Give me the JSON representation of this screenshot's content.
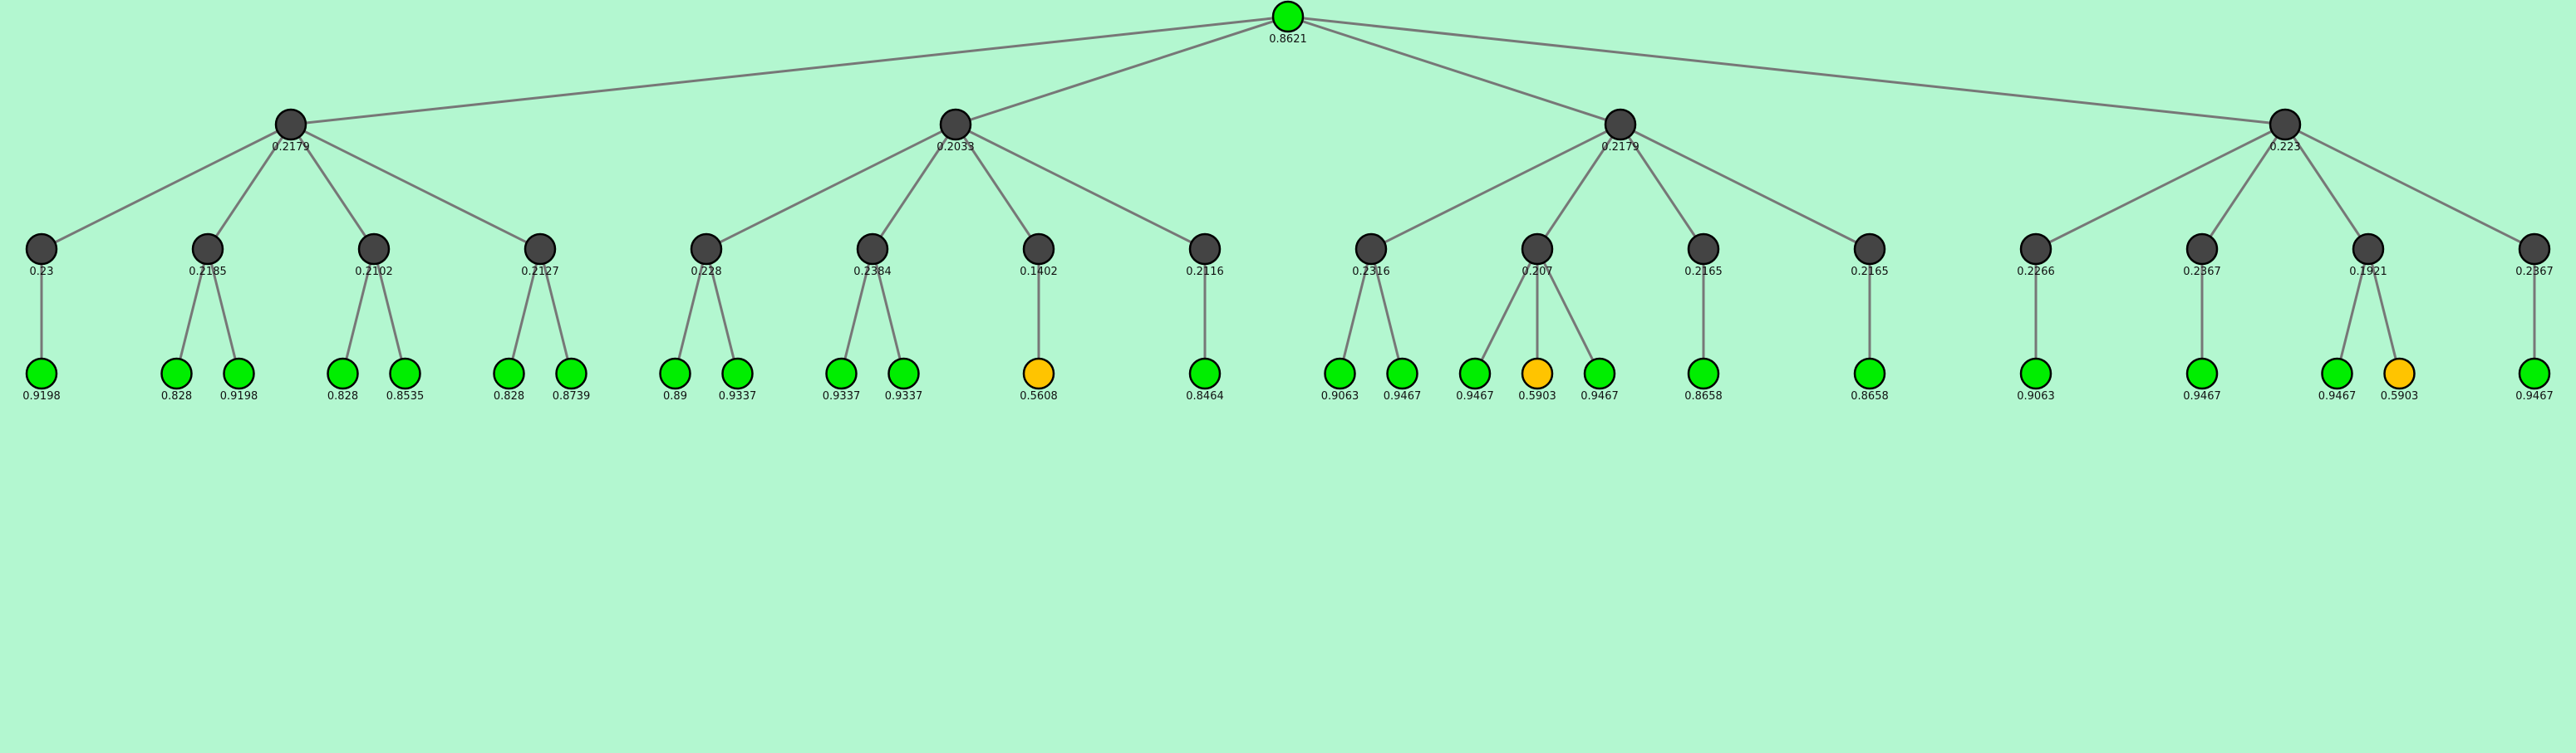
{
  "colors": {
    "background": "#b3f7d0",
    "edge": "#777777",
    "node_green": "#00ee00",
    "node_dark": "#444444",
    "node_yellow": "#ffc400"
  },
  "tree": {
    "value": "0.8621",
    "color": "green",
    "children": [
      {
        "value": "0.2179",
        "color": "dark",
        "children": [
          {
            "value": "0.23",
            "color": "dark",
            "children": [
              {
                "value": "0.9198",
                "color": "green"
              }
            ]
          },
          {
            "value": "0.2185",
            "color": "dark",
            "children": [
              {
                "value": "0.828",
                "color": "green"
              },
              {
                "value": "0.9198",
                "color": "green"
              }
            ]
          },
          {
            "value": "0.2102",
            "color": "dark",
            "children": [
              {
                "value": "0.828",
                "color": "green"
              },
              {
                "value": "0.8535",
                "color": "green"
              }
            ]
          },
          {
            "value": "0.2127",
            "color": "dark",
            "children": [
              {
                "value": "0.828",
                "color": "green"
              },
              {
                "value": "0.8739",
                "color": "green"
              }
            ]
          }
        ]
      },
      {
        "value": "0.2033",
        "color": "dark",
        "children": [
          {
            "value": "0.228",
            "color": "dark",
            "children": [
              {
                "value": "0.89",
                "color": "green"
              },
              {
                "value": "0.9337",
                "color": "green"
              }
            ]
          },
          {
            "value": "0.2384",
            "color": "dark",
            "children": [
              {
                "value": "0.9337",
                "color": "green"
              },
              {
                "value": "0.9337",
                "color": "green"
              }
            ]
          },
          {
            "value": "0.1402",
            "color": "dark",
            "children": [
              {
                "value": "0.5608",
                "color": "yellow"
              }
            ]
          },
          {
            "value": "0.2116",
            "color": "dark",
            "children": [
              {
                "value": "0.8464",
                "color": "green"
              }
            ]
          }
        ]
      },
      {
        "value": "0.2179",
        "color": "dark",
        "children": [
          {
            "value": "0.2316",
            "color": "dark",
            "children": [
              {
                "value": "0.9063",
                "color": "green"
              },
              {
                "value": "0.9467",
                "color": "green"
              }
            ]
          },
          {
            "value": "0.207",
            "color": "dark",
            "children": [
              {
                "value": "0.9467",
                "color": "green"
              },
              {
                "value": "0.5903",
                "color": "yellow"
              },
              {
                "value": "0.9467",
                "color": "green"
              }
            ]
          },
          {
            "value": "0.2165",
            "color": "dark",
            "children": [
              {
                "value": "0.8658",
                "color": "green"
              }
            ]
          },
          {
            "value": "0.2165",
            "color": "dark",
            "children": [
              {
                "value": "0.8658",
                "color": "green"
              }
            ]
          }
        ]
      },
      {
        "value": "0.223",
        "color": "dark",
        "children": [
          {
            "value": "0.2266",
            "color": "dark",
            "children": [
              {
                "value": "0.9063",
                "color": "green"
              }
            ]
          },
          {
            "value": "0.2367",
            "color": "dark",
            "children": [
              {
                "value": "0.9467",
                "color": "green"
              }
            ]
          },
          {
            "value": "0.1921",
            "color": "dark",
            "children": [
              {
                "value": "0.9467",
                "color": "green"
              },
              {
                "value": "0.5903",
                "color": "yellow"
              }
            ]
          },
          {
            "value": "0.2367",
            "color": "dark",
            "children": [
              {
                "value": "0.9467",
                "color": "green"
              }
            ]
          }
        ]
      }
    ]
  }
}
